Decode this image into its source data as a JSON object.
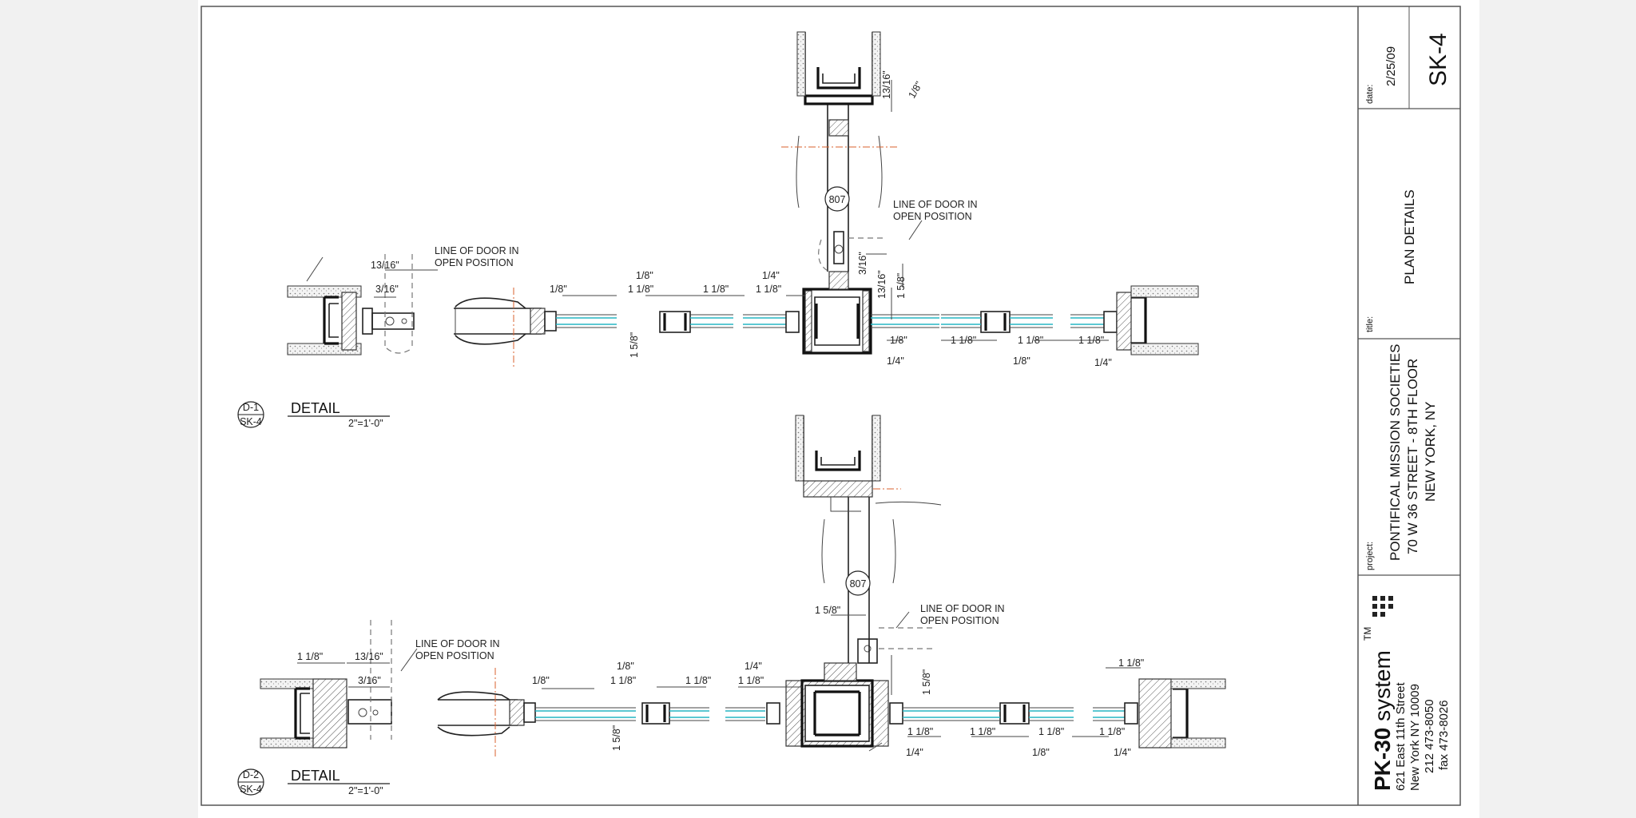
{
  "title_block": {
    "date_label": "date:",
    "date_value": "2/25/09",
    "sheet_number": "SK-4",
    "title_label": "title:",
    "title_value": "PLAN DETAILS",
    "project_label": "project:",
    "project_lines": [
      "PONTIFICAL MISSION SOCIETIES",
      "70 W 36 STREET - 8TH FLOOR",
      "NEW YORK, NY"
    ],
    "company_name": "PK-30 system",
    "company_tm": "TM",
    "company_lines": [
      "621 East 11th Street",
      "New York  NY  10009",
      "212  473-8050",
      "fax  473-8026"
    ]
  },
  "details": [
    {
      "id": "D-1",
      "sheet": "SK-4",
      "label": "DETAIL",
      "scale": "2\"=1'-0\""
    },
    {
      "id": "D-2",
      "sheet": "SK-4",
      "label": "DETAIL",
      "scale": "2\"=1'-0\""
    }
  ],
  "notes": {
    "door_open_line1": "LINE OF DOOR IN",
    "door_open_line2": "OPEN POSITION",
    "hardware_tag": "807"
  },
  "dims": {
    "d_13_16": "13/16\"",
    "d_3_16": "3/16\"",
    "d_1_8": "1/8\"",
    "d_1_1_8": "1 1/8\"",
    "d_1_4": "1/4\"",
    "d_1_5_8": "1 5/8\""
  }
}
